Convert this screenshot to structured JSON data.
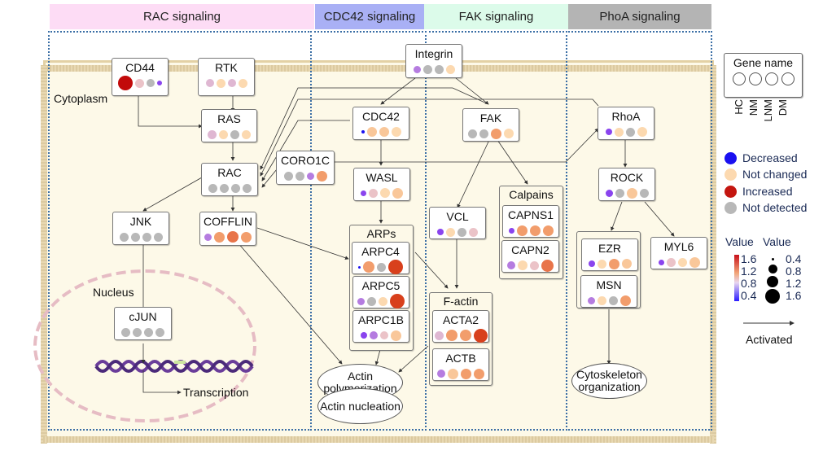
{
  "bands": [
    {
      "label": "RAC signaling",
      "color": "#fddcf5"
    },
    {
      "label": "CDC42 signaling",
      "color": "#a9b0f5"
    },
    {
      "label": "FAK signaling",
      "color": "#dcfbea"
    },
    {
      "label": "PhoA signaling",
      "color": "#b4b4b4"
    }
  ],
  "compartments": {
    "cytoplasm": "Cytoplasm",
    "nucleus": "Nucleus",
    "transcription": "Transcription"
  },
  "colors": {
    "decreased": "#1a10f0",
    "not_changed": "#fcd9b0",
    "increased": "#c41610",
    "not_detected": "#b8b8b8",
    "purple": "#b57ce0",
    "violet": "#8a44ee",
    "pink": "#dfb7d2",
    "lightpink": "#ebc3c8",
    "peach": "#f9c79a",
    "orange": "#f29d6c",
    "darkorange": "#e8744a",
    "red": "#d8401c",
    "darkred": "#c20a0a"
  },
  "genes": {
    "CD44": {
      "name": "CD44",
      "dots": [
        {
          "c": "darkred",
          "s": 1.6
        },
        {
          "c": "lightpink",
          "s": 1.0
        },
        {
          "c": "not_detected",
          "s": 0.9
        },
        {
          "c": "violet",
          "s": 0.5
        }
      ]
    },
    "RTK": {
      "name": "RTK",
      "dots": [
        {
          "c": "pink",
          "s": 0.9
        },
        {
          "c": "not_changed",
          "s": 1.0
        },
        {
          "c": "pink",
          "s": 0.9
        },
        {
          "c": "not_changed",
          "s": 1.0
        }
      ]
    },
    "RAS": {
      "name": "RAS",
      "dots": [
        {
          "c": "pink",
          "s": 1.0
        },
        {
          "c": "not_changed",
          "s": 1.0
        },
        {
          "c": "not_detected",
          "s": 1.0
        },
        {
          "c": "not_changed",
          "s": 1.0
        }
      ]
    },
    "RAC": {
      "name": "RAC",
      "dots": [
        {
          "c": "not_detected",
          "s": 1.0
        },
        {
          "c": "not_detected",
          "s": 1.0
        },
        {
          "c": "not_detected",
          "s": 1.0
        },
        {
          "c": "not_detected",
          "s": 1.0
        }
      ]
    },
    "JNK": {
      "name": "JNK",
      "dots": [
        {
          "c": "not_detected",
          "s": 1.0
        },
        {
          "c": "not_detected",
          "s": 1.0
        },
        {
          "c": "not_detected",
          "s": 1.0
        },
        {
          "c": "not_detected",
          "s": 1.0
        }
      ]
    },
    "COFFLIN": {
      "name": "COFFLIN",
      "dots": [
        {
          "c": "purple",
          "s": 0.8
        },
        {
          "c": "orange",
          "s": 1.2
        },
        {
          "c": "darkorange",
          "s": 1.3
        },
        {
          "c": "orange",
          "s": 1.2
        }
      ]
    },
    "cJUN": {
      "name": "cJUN",
      "dots": [
        {
          "c": "not_detected",
          "s": 1.0
        },
        {
          "c": "not_detected",
          "s": 1.0
        },
        {
          "c": "not_detected",
          "s": 1.0
        },
        {
          "c": "not_detected",
          "s": 1.0
        }
      ]
    },
    "CORO1C": {
      "name": "CORO1C",
      "dots": [
        {
          "c": "not_detected",
          "s": 1.0
        },
        {
          "c": "not_detected",
          "s": 1.0
        },
        {
          "c": "purple",
          "s": 0.8
        },
        {
          "c": "orange",
          "s": 1.2
        }
      ]
    },
    "Integrin": {
      "name": "Integrin",
      "dots": [
        {
          "c": "purple",
          "s": 0.8
        },
        {
          "c": "not_detected",
          "s": 1.0
        },
        {
          "c": "not_detected",
          "s": 1.0
        },
        {
          "c": "not_changed",
          "s": 1.0
        }
      ]
    },
    "CDC42": {
      "name": "CDC42",
      "dots": [
        {
          "c": "decreased",
          "s": 0.4
        },
        {
          "c": "peach",
          "s": 1.1
        },
        {
          "c": "peach",
          "s": 1.1
        },
        {
          "c": "not_changed",
          "s": 1.1
        }
      ]
    },
    "WASL": {
      "name": "WASL",
      "dots": [
        {
          "c": "violet",
          "s": 0.6
        },
        {
          "c": "lightpink",
          "s": 1.0
        },
        {
          "c": "not_changed",
          "s": 1.1
        },
        {
          "c": "peach",
          "s": 1.2
        }
      ]
    },
    "ARPC4": {
      "name": "ARPC4",
      "dots": [
        {
          "c": "decreased",
          "s": 0.3
        },
        {
          "c": "orange",
          "s": 1.3
        },
        {
          "c": "not_detected",
          "s": 1.0
        },
        {
          "c": "red",
          "s": 1.6
        }
      ]
    },
    "ARPC5": {
      "name": "ARPC5",
      "dots": [
        {
          "c": "purple",
          "s": 0.8
        },
        {
          "c": "not_detected",
          "s": 1.0
        },
        {
          "c": "not_changed",
          "s": 1.0
        },
        {
          "c": "red",
          "s": 1.6
        }
      ]
    },
    "ARPC1B": {
      "name": "ARPC1B",
      "dots": [
        {
          "c": "violet",
          "s": 0.7
        },
        {
          "c": "purple",
          "s": 0.9
        },
        {
          "c": "lightpink",
          "s": 0.9
        },
        {
          "c": "peach",
          "s": 1.2
        }
      ]
    },
    "FAK": {
      "name": "FAK",
      "dots": [
        {
          "c": "not_detected",
          "s": 1.0
        },
        {
          "c": "not_detected",
          "s": 1.0
        },
        {
          "c": "orange",
          "s": 1.2
        },
        {
          "c": "not_changed",
          "s": 1.1
        }
      ]
    },
    "VCL": {
      "name": "VCL",
      "dots": [
        {
          "c": "violet",
          "s": 0.7
        },
        {
          "c": "not_changed",
          "s": 1.0
        },
        {
          "c": "not_detected",
          "s": 1.0
        },
        {
          "c": "lightpink",
          "s": 1.0
        }
      ]
    },
    "CAPNS1": {
      "name": "CAPNS1",
      "dots": [
        {
          "c": "violet",
          "s": 0.6
        },
        {
          "c": "orange",
          "s": 1.2
        },
        {
          "c": "orange",
          "s": 1.2
        },
        {
          "c": "orange",
          "s": 1.2
        }
      ]
    },
    "CAPN2": {
      "name": "CAPN2",
      "dots": [
        {
          "c": "purple",
          "s": 0.9
        },
        {
          "c": "not_changed",
          "s": 1.1
        },
        {
          "c": "lightpink",
          "s": 1.0
        },
        {
          "c": "darkorange",
          "s": 1.4
        }
      ]
    },
    "ACTA2": {
      "name": "ACTA2",
      "dots": [
        {
          "c": "pink",
          "s": 1.0
        },
        {
          "c": "orange",
          "s": 1.3
        },
        {
          "c": "orange",
          "s": 1.3
        },
        {
          "c": "red",
          "s": 1.5
        }
      ]
    },
    "ACTB": {
      "name": "ACTB",
      "dots": [
        {
          "c": "purple",
          "s": 0.9
        },
        {
          "c": "peach",
          "s": 1.2
        },
        {
          "c": "orange",
          "s": 1.2
        },
        {
          "c": "orange",
          "s": 1.2
        }
      ]
    },
    "RhoA": {
      "name": "RhoA",
      "dots": [
        {
          "c": "violet",
          "s": 0.7
        },
        {
          "c": "not_changed",
          "s": 1.0
        },
        {
          "c": "not_detected",
          "s": 1.0
        },
        {
          "c": "not_changed",
          "s": 1.1
        }
      ]
    },
    "ROCK": {
      "name": "ROCK",
      "dots": [
        {
          "c": "violet",
          "s": 0.8
        },
        {
          "c": "not_detected",
          "s": 1.0
        },
        {
          "c": "peach",
          "s": 1.2
        },
        {
          "c": "not_detected",
          "s": 1.0
        }
      ]
    },
    "EZR": {
      "name": "EZR",
      "dots": [
        {
          "c": "violet",
          "s": 0.7
        },
        {
          "c": "not_changed",
          "s": 1.0
        },
        {
          "c": "orange",
          "s": 1.2
        },
        {
          "c": "peach",
          "s": 1.1
        }
      ]
    },
    "MSN": {
      "name": "MSN",
      "dots": [
        {
          "c": "purple",
          "s": 0.8
        },
        {
          "c": "not_changed",
          "s": 1.0
        },
        {
          "c": "not_detected",
          "s": 1.0
        },
        {
          "c": "orange",
          "s": 1.2
        }
      ]
    },
    "MYL6": {
      "name": "MYL6",
      "dots": [
        {
          "c": "violet",
          "s": 0.6
        },
        {
          "c": "lightpink",
          "s": 1.0
        },
        {
          "c": "not_changed",
          "s": 1.0
        },
        {
          "c": "peach",
          "s": 1.2
        }
      ]
    }
  },
  "groups": {
    "arps": "ARPs",
    "calpains": "Calpains",
    "factin": "F-actin"
  },
  "processes": {
    "actin_polymerization": "Actin polymerization",
    "actin_nucleation": "Actin nucleation",
    "cytoskeleton_organization": "Cytoskeleton organization"
  },
  "legend": {
    "gene_box_title": "Gene name",
    "conditions": [
      "HC",
      "NM",
      "LNM",
      "DM"
    ],
    "categories": [
      {
        "label": "Decreased",
        "color": "#1a10f0"
      },
      {
        "label": "Not changed",
        "color": "#fcd9b0"
      },
      {
        "label": "Increased",
        "color": "#c41610"
      },
      {
        "label": "Not detected",
        "color": "#b8b8b8"
      }
    ],
    "color_scale_title": "Value",
    "size_scale_title": "Value",
    "color_ticks": [
      "1.6",
      "1.2",
      "0.8",
      "0.4"
    ],
    "size_ticks": [
      "0.4",
      "0.8",
      "1.2",
      "1.6"
    ],
    "arrow_label": "Activated"
  }
}
